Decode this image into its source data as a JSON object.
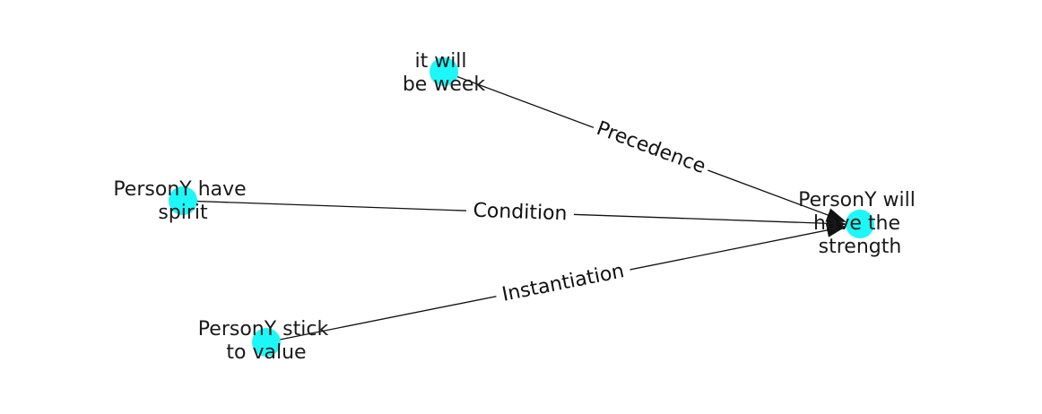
{
  "colors": {
    "node_fill": "#1ef7f7",
    "edge": "#111111",
    "text": "#1a1a1a"
  },
  "nodes": {
    "week": {
      "lines": [
        "it will",
        "be week"
      ]
    },
    "spirit": {
      "lines": [
        "PersonY have",
        "spirit"
      ]
    },
    "value": {
      "lines": [
        "PersonY stick",
        "to value"
      ]
    },
    "strength": {
      "lines": [
        "PersonY will",
        "have the",
        "strength"
      ]
    }
  },
  "edges": {
    "precedence": {
      "source": "week",
      "target": "strength",
      "label": "Precedence"
    },
    "condition": {
      "source": "spirit",
      "target": "strength",
      "label": "Condition"
    },
    "instantiation": {
      "source": "value",
      "target": "strength",
      "label": "Instantiation"
    }
  }
}
